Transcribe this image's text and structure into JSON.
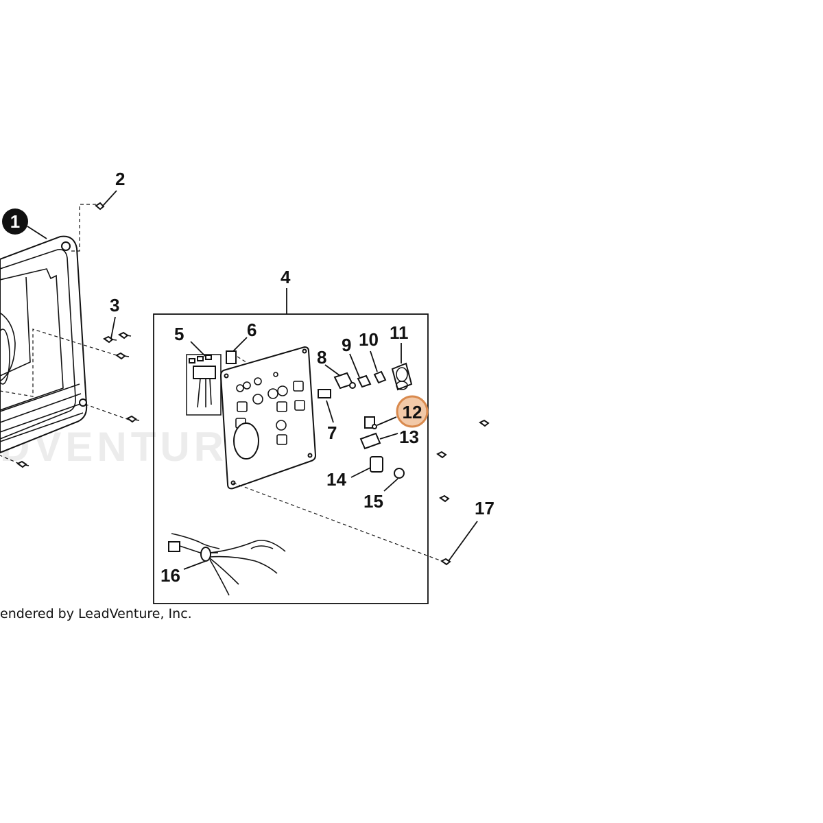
{
  "watermark": "DVENTURE",
  "credit": "endered by LeadVenture, Inc.",
  "callouts": [
    {
      "id": "1",
      "text": "1",
      "style": "filled"
    },
    {
      "id": "2",
      "text": "2"
    },
    {
      "id": "3",
      "text": "3"
    },
    {
      "id": "4",
      "text": "4"
    },
    {
      "id": "5",
      "text": "5"
    },
    {
      "id": "6",
      "text": "6"
    },
    {
      "id": "7",
      "text": "7"
    },
    {
      "id": "8",
      "text": "8"
    },
    {
      "id": "9",
      "text": "9"
    },
    {
      "id": "10",
      "text": "10"
    },
    {
      "id": "11",
      "text": "11"
    },
    {
      "id": "12",
      "text": "12",
      "style": "highlighted"
    },
    {
      "id": "13",
      "text": "13"
    },
    {
      "id": "14",
      "text": "14"
    },
    {
      "id": "15",
      "text": "15"
    },
    {
      "id": "16",
      "text": "16"
    },
    {
      "id": "17",
      "text": "17"
    }
  ],
  "colors": {
    "highlight_fill": "#f2c9a8",
    "highlight_stroke": "#d98a4e",
    "line": "#111111",
    "watermark": "#ececec"
  }
}
